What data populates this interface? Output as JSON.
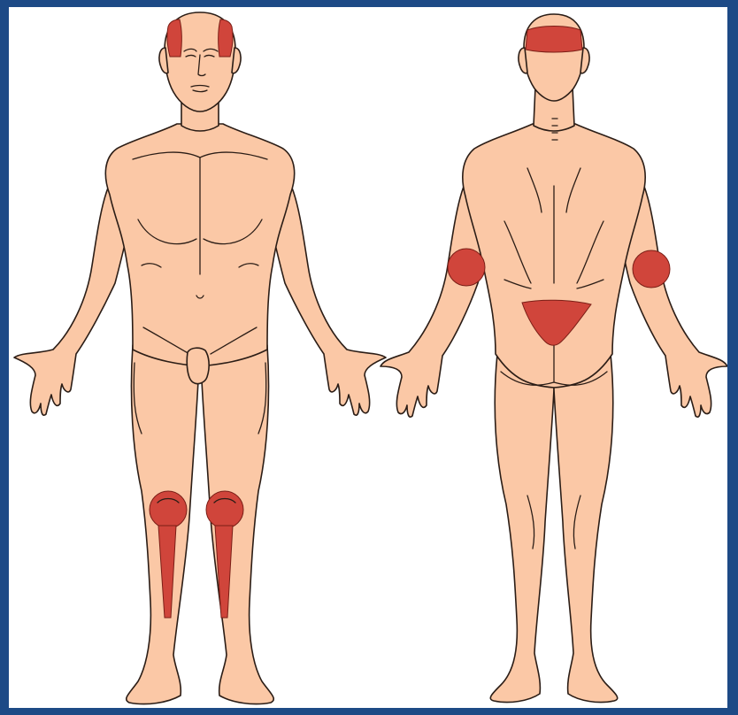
{
  "colors": {
    "frame_border": "#1d4a86",
    "background": "#ffffff",
    "skin": "#fbc8a6",
    "outline": "#2b1d16",
    "highlight": "#d0453b"
  },
  "figures": [
    {
      "view": "front",
      "highlighted_regions": [
        "left-temple",
        "right-temple",
        "left-knee",
        "right-knee",
        "left-shin",
        "right-shin"
      ]
    },
    {
      "view": "back",
      "highlighted_regions": [
        "back-of-head-band",
        "left-elbow",
        "right-elbow",
        "sacrum"
      ]
    }
  ]
}
